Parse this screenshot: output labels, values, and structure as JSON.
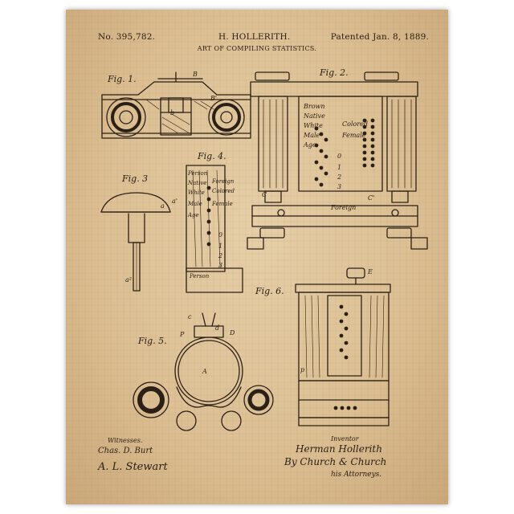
{
  "header": {
    "patent_number": "No. 395,782.",
    "inventor": "H. HOLLERITH.",
    "patent_date": "Patented Jan. 8, 1889.",
    "title": "ART OF COMPILING STATISTICS."
  },
  "figures": {
    "fig1": "Fig. 1.",
    "fig2": "Fig. 2.",
    "fig3": "Fig. 3",
    "fig4": "Fig. 4.",
    "fig5": "Fig. 5.",
    "fig6": "Fig. 6."
  },
  "card_labels": {
    "fig2": [
      "Brown",
      "Native",
      "White",
      "Male",
      "Age",
      "Foreign",
      "Colored",
      "Female"
    ],
    "fig4": [
      "Person",
      "Native",
      "White",
      "Male",
      "Age",
      "Foreign",
      "Colored",
      "Female",
      "Person"
    ]
  },
  "card_numbers": [
    "0",
    "1",
    "2",
    "3"
  ],
  "reference_letters": [
    "a",
    "a'",
    "a²",
    "B",
    "B'",
    "b",
    "C",
    "C'",
    "D",
    "P",
    "A",
    "E",
    "c",
    "d",
    "p"
  ],
  "signatures": {
    "witnesses_label": "Witnesses.",
    "witness_1": "Chas. D. Burt",
    "witness_2": "A. L. Stewart",
    "inventor_label": "Inventor",
    "inventor_signature": "Herman Hollerith",
    "attorney_signature": "By Church & Church",
    "attorney_label": "his Attorneys."
  },
  "colors": {
    "paper": "#ddc094",
    "ink": "#2b2016",
    "grid": "#b89c74"
  }
}
